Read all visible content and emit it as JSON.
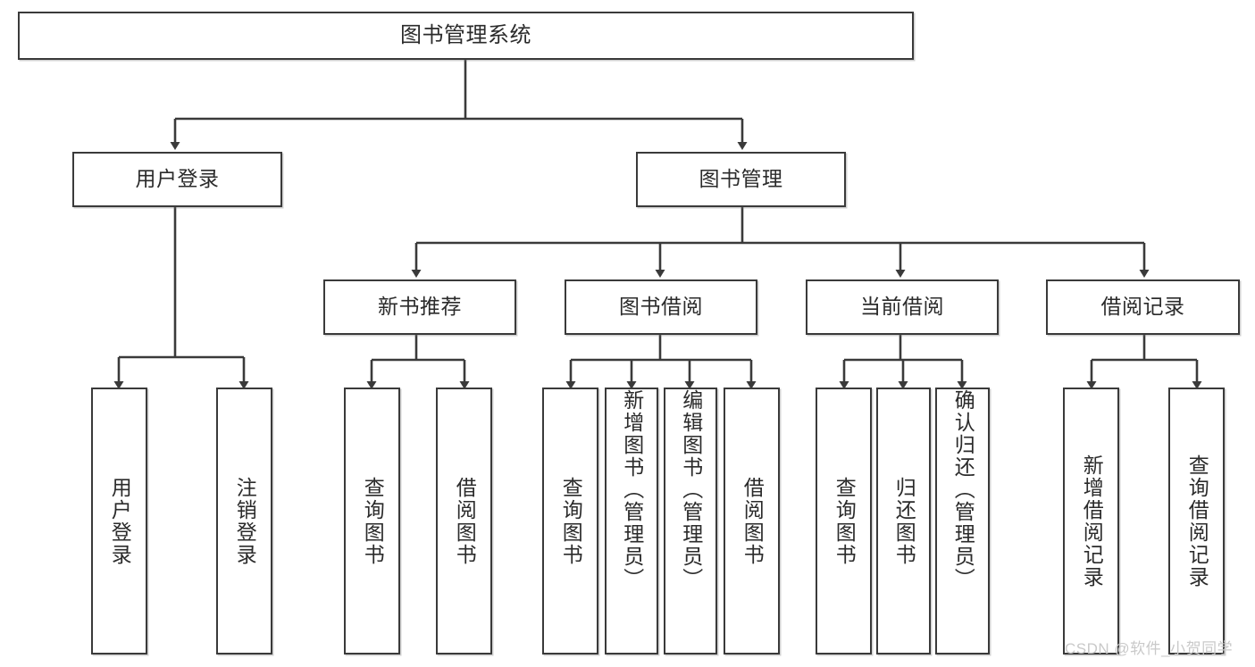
{
  "diagram": {
    "title": "图书管理系统",
    "type": "tree-hierarchy",
    "nodes": {
      "root": {
        "label": "图书管理系统"
      },
      "level1": [
        {
          "id": "user-login",
          "label": "用户登录"
        },
        {
          "id": "book-management",
          "label": "图书管理"
        }
      ],
      "level2": [
        {
          "id": "new-book-recommend",
          "label": "新书推荐"
        },
        {
          "id": "book-borrow",
          "label": "图书借阅"
        },
        {
          "id": "current-borrow",
          "label": "当前借阅"
        },
        {
          "id": "borrow-record",
          "label": "借阅记录"
        }
      ],
      "leaves": {
        "user_login": [
          {
            "id": "leaf-user-login",
            "label": "用户登录"
          },
          {
            "id": "leaf-logout-login",
            "label": "注销登录"
          }
        ],
        "new_book_recommend": [
          {
            "id": "leaf-query-book-1",
            "label": "查询图书"
          },
          {
            "id": "leaf-borrow-book-1",
            "label": "借阅图书"
          }
        ],
        "book_borrow": [
          {
            "id": "leaf-query-book-2",
            "label": "查询图书"
          },
          {
            "id": "leaf-add-book-admin",
            "label": "新增图书（管理员）"
          },
          {
            "id": "leaf-edit-book-admin",
            "label": "编辑图书（管理员）"
          },
          {
            "id": "leaf-borrow-book-2",
            "label": "借阅图书"
          }
        ],
        "current_borrow": [
          {
            "id": "leaf-query-book-3",
            "label": "查询图书"
          },
          {
            "id": "leaf-return-book",
            "label": "归还图书"
          },
          {
            "id": "leaf-confirm-return-admin",
            "label": "确认归还（管理员）"
          }
        ],
        "borrow_record": [
          {
            "id": "leaf-add-borrow-record",
            "label": "新增借阅记录"
          },
          {
            "id": "leaf-query-borrow-record",
            "label": "查询借阅记录"
          }
        ]
      }
    },
    "colors": {
      "border": "#3a3a3a",
      "text": "#2b2b2b",
      "background": "#ffffff",
      "watermark": "#c9c9c9"
    }
  },
  "watermark": {
    "text": "CSDN @软件_小贺同学"
  }
}
